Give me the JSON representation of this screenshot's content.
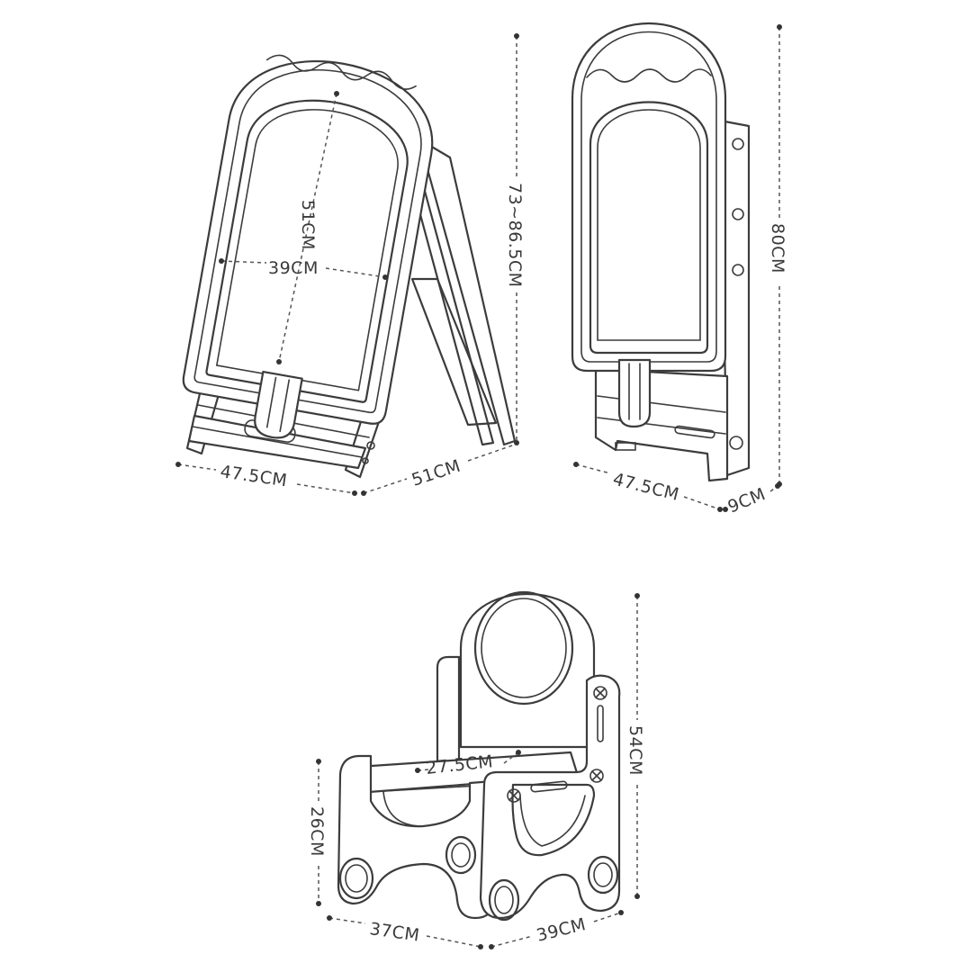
{
  "easel_open": {
    "board_height": "51CM",
    "board_width": "39CM",
    "height_range": "73~86.5CM",
    "base_width": "47.5CM",
    "base_depth": "51CM"
  },
  "easel_folded": {
    "height": "80CM",
    "width": "47.5CM",
    "depth": "9CM"
  },
  "chair": {
    "seat_width": "27.5CM",
    "seat_height": "26CM",
    "total_height": "54CM",
    "width": "37CM",
    "depth": "39CM"
  }
}
